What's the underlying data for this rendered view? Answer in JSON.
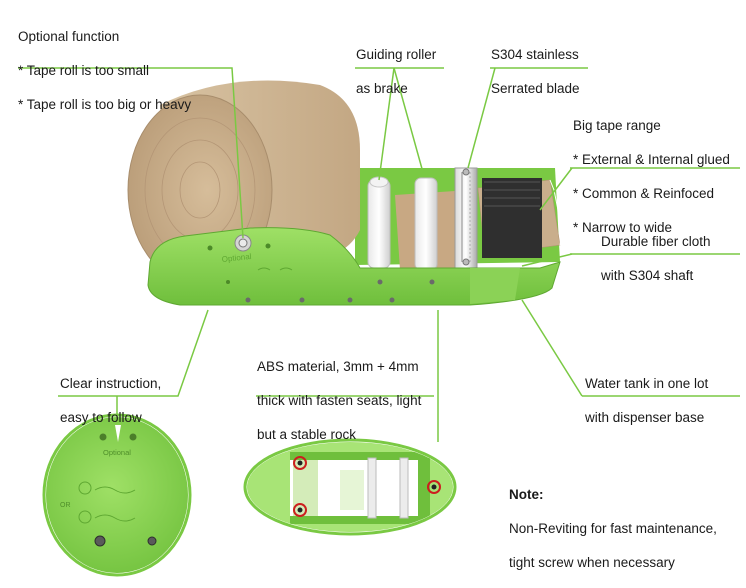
{
  "colors": {
    "accent_green": "#7ac943",
    "body_green": "#8fd65a",
    "body_green_dark": "#5fa832",
    "kraft": "#c9ad8a",
    "kraft_dark": "#a88d6c"
  },
  "callouts": {
    "optional_function": {
      "lines": [
        "Optional function",
        "* Tape roll is too small",
        "* Tape roll is too big or heavy"
      ]
    },
    "guiding_roller": {
      "lines": [
        "Guiding roller",
        "as brake"
      ]
    },
    "blade": {
      "lines": [
        "S304 stainless",
        "Serrated blade"
      ]
    },
    "tape_range": {
      "lines": [
        "Big tape range",
        "* External & Internal glued",
        "* Common & Reinfoced",
        "* Narrow to wide"
      ]
    },
    "fiber_cloth": {
      "lines": [
        "Durable fiber cloth",
        "with S304 shaft"
      ]
    },
    "clear_instruction": {
      "lines": [
        "Clear instruction,",
        "easy to follow"
      ]
    },
    "abs_material": {
      "lines": [
        "ABS material, 3mm + 4mm",
        "thick with fasten seats, light",
        "but a stable rock"
      ]
    },
    "water_tank": {
      "lines": [
        "Water tank in one lot",
        "with dispenser base"
      ]
    },
    "note": {
      "title": "Note:",
      "lines": [
        "Non-Reviting for fast maintenance,",
        "tight screw when necessary"
      ]
    }
  },
  "embossed": {
    "side_text": "Optional",
    "detail_text": "Optional",
    "or_text": "OR"
  }
}
